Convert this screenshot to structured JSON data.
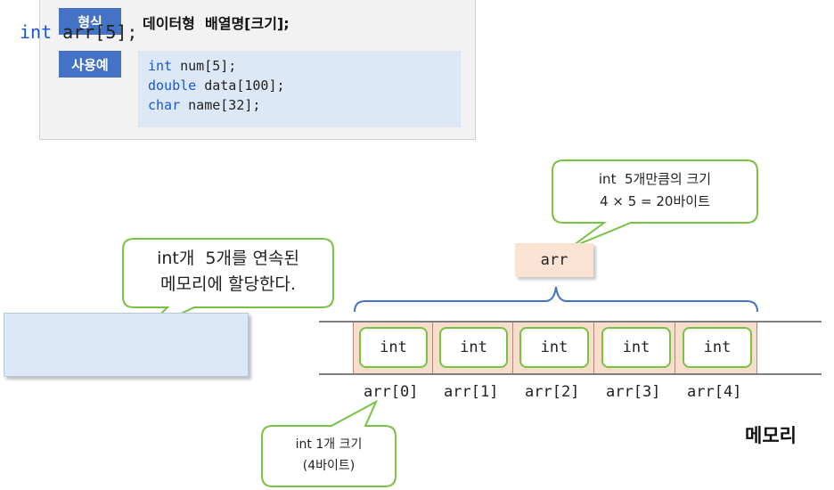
{
  "syntax": {
    "format_badge": "형식",
    "format_text": "데이터형  배열명[크기];",
    "example_badge": "사용예",
    "examples": [
      {
        "kw": "int",
        "rest": " num[5];"
      },
      {
        "kw": "double",
        "rest": " data[100];"
      },
      {
        "kw": "char",
        "rest": " name[32];"
      }
    ]
  },
  "declaration": {
    "kw": "int",
    "rest": " arr[5];"
  },
  "bubble_left": {
    "line1": "int개  5개를 연속된",
    "line2": "메모리에 할당한다."
  },
  "bubble_top": {
    "line1": "int  5개만큼의 크기",
    "line2": "4 × 5 = 20바이트"
  },
  "bubble_bottom": {
    "line1": "int 1개 크기",
    "line2": "(4바이트)"
  },
  "arr_label": "arr",
  "cells": [
    "int",
    "int",
    "int",
    "int",
    "int"
  ],
  "indices": [
    "arr[0]",
    "arr[1]",
    "arr[2]",
    "arr[3]",
    "arr[4]"
  ],
  "memory_label": "메모리",
  "colors": {
    "badge": "#4472c4",
    "keyword": "#1a56d6",
    "bubble_border": "#77c341",
    "cell_fill": "#f8dccc",
    "label_fill": "#fbe3d4",
    "brace": "#4472c4"
  }
}
